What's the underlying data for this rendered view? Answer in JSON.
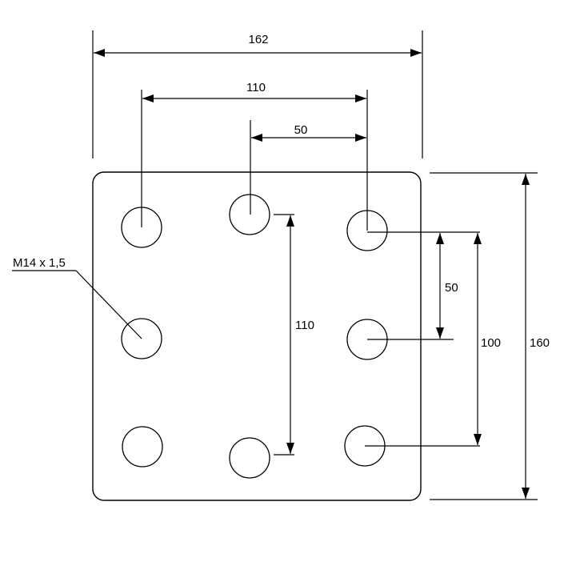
{
  "drawing": {
    "thread_label": "M14 x 1,5",
    "dimensions": {
      "overall_width": "162",
      "outer_hole_spacing_h": "110",
      "half_spacing_h": "50",
      "inner_hole_spacing_v": "110",
      "half_spacing_v": "50",
      "outer_hole_spacing_v": "100",
      "overall_height": "160"
    },
    "colors": {
      "line": "#000000",
      "background": "#ffffff"
    }
  }
}
